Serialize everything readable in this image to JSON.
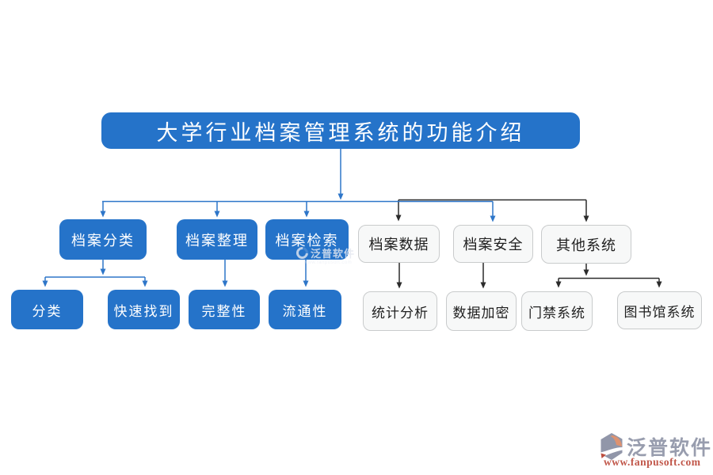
{
  "diagram": {
    "title": "大学行业档案管理系统的功能介绍",
    "branches": [
      {
        "label": "档案分类",
        "children": [
          {
            "label": "分类"
          },
          {
            "label": "快速找到"
          }
        ]
      },
      {
        "label": "档案整理",
        "children": [
          {
            "label": "完整性"
          }
        ]
      },
      {
        "label": "档案检索",
        "children": [
          {
            "label": "流通性"
          }
        ]
      },
      {
        "label": "档案数据",
        "children": [
          {
            "label": "统计分析"
          }
        ]
      },
      {
        "label": "档案安全",
        "children": [
          {
            "label": "数据加密"
          }
        ]
      },
      {
        "label": "其他系统",
        "children": [
          {
            "label": "门禁系统"
          },
          {
            "label": "图书馆系统"
          }
        ]
      }
    ]
  },
  "watermark": {
    "brand": "泛普软件",
    "site": "www.fanpusoft.com"
  },
  "footer_logo": {
    "brand": "泛普软件",
    "site": "www.fanpusoft.com"
  },
  "colors": {
    "node_blue": "#2573c9",
    "gray_node_bg": "#f7f8f8",
    "gray_node_border": "#c9cbcc",
    "gray_node_text": "#1f1f1f",
    "connector_blue": "#2e76c9",
    "connector_black": "#2b2b2b",
    "brand_gray": "#989dae",
    "site_red": "#c1574a"
  }
}
